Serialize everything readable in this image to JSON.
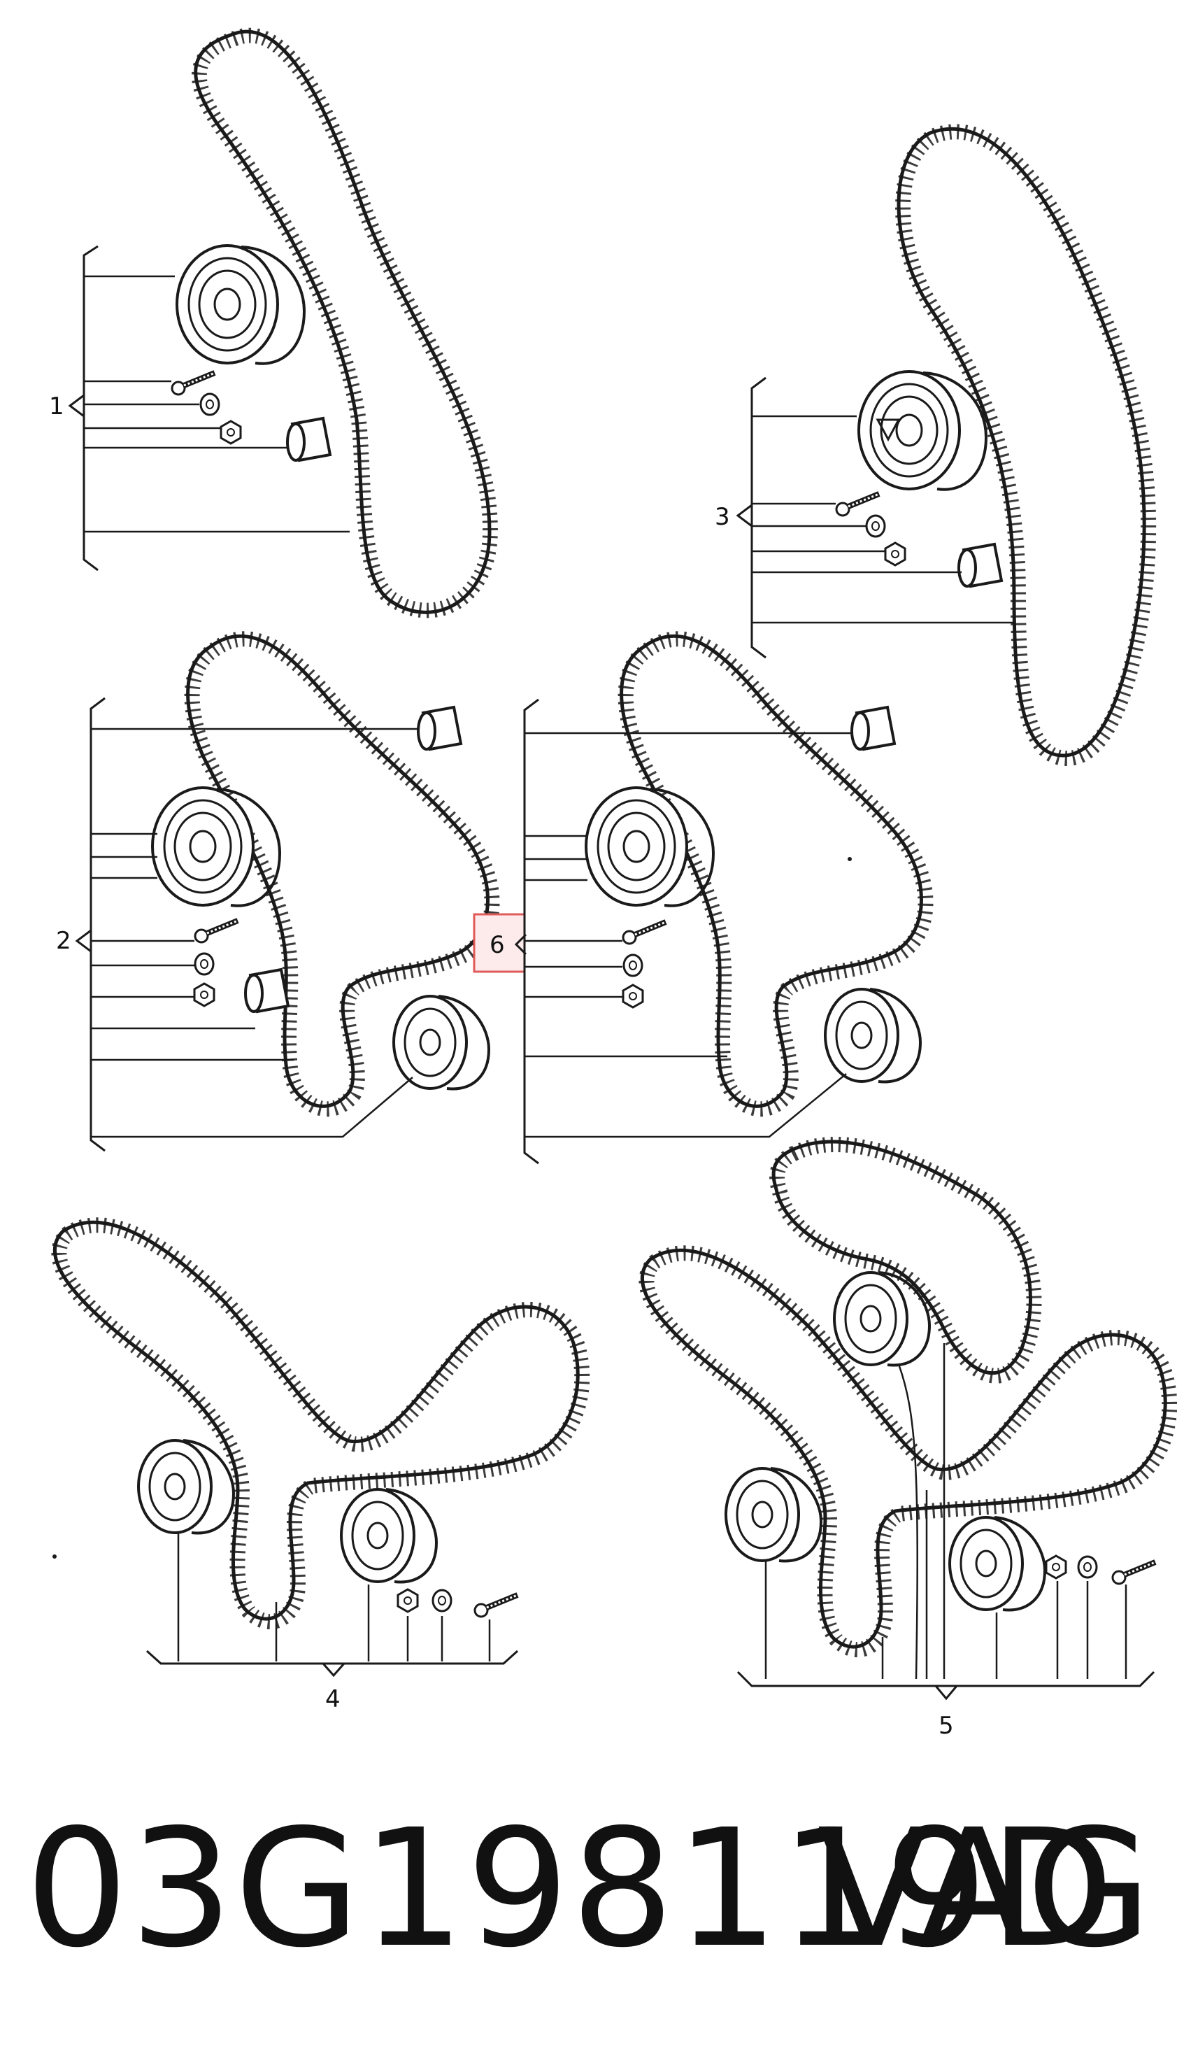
{
  "diagram": {
    "group_labels": {
      "g1": "1",
      "g2": "2",
      "g3": "3",
      "g4": "4",
      "g5": "5",
      "g6": "6"
    },
    "highlight_color": "#e05a5a",
    "line_color": "#1a1a1a"
  },
  "caption": {
    "part_number": "03G198119D",
    "brand": "VAG"
  }
}
